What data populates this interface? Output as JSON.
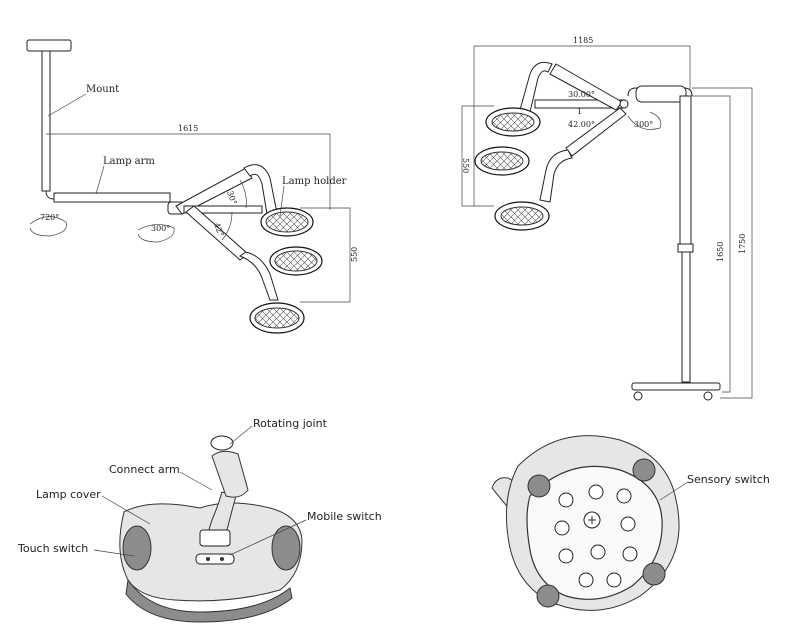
{
  "diagram_1": {
    "labels": {
      "mount": "Mount",
      "lamp_arm": "Lamp arm",
      "lamp_holder": "Lamp holder"
    },
    "angles": {
      "rot_720": "720°",
      "rot_300": "300°",
      "a_30": "30°",
      "a_42": "42°"
    },
    "dims": {
      "width": "1615",
      "holder": "550"
    }
  },
  "diagram_2": {
    "dims": {
      "top": "1185",
      "a_30": "30.00°",
      "one": "1",
      "a_42": "42.00°",
      "holder": "550",
      "h1650": "1650",
      "h1750": "1750"
    },
    "angles": {
      "rot_300": "300°"
    }
  },
  "diagram_3": {
    "labels": {
      "rotating_joint": "Rotating joint",
      "connect_arm": "Connect arm",
      "lamp_cover": "Lamp cover",
      "mobile_switch": "Mobile switch",
      "touch_switch": "Touch switch"
    }
  },
  "diagram_4": {
    "labels": {
      "sensory_switch": "Sensory switch"
    }
  }
}
